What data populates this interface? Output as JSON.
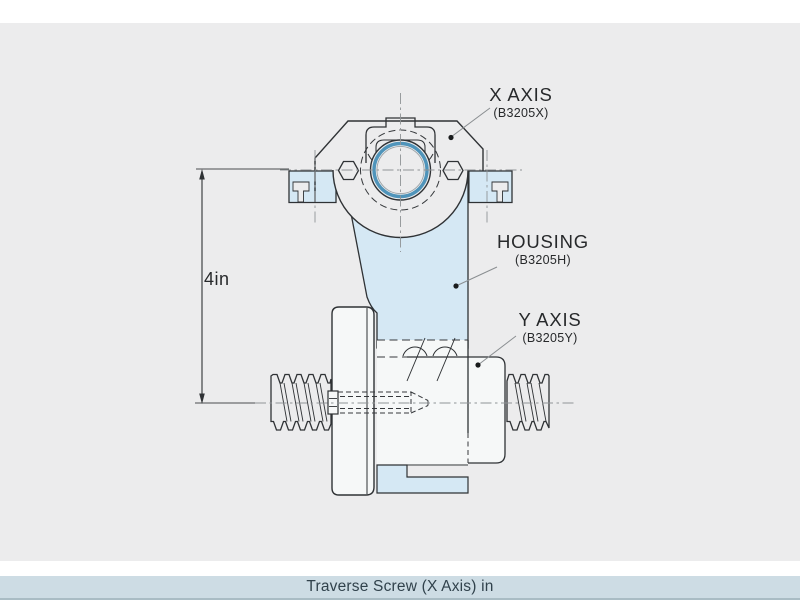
{
  "drawing": {
    "labels": {
      "x_axis": {
        "title": "X AXIS",
        "code": "(B3205X)"
      },
      "housing": {
        "title": "HOUSING",
        "code": "(B3205H)"
      },
      "y_axis": {
        "title": "Y AXIS",
        "code": "(B3205Y)"
      }
    },
    "dimension": {
      "value": "4in"
    }
  },
  "caption": {
    "text": "Traverse Screw  (X Axis) in"
  },
  "colors": {
    "canvas_bg": "#ececed",
    "part_fill_blue": "#d5e8f4",
    "bore_ring_blue": "#4f94ba",
    "outline": "#2f3235",
    "caption_bar": "#cddce4",
    "caption_text": "#31424c"
  }
}
